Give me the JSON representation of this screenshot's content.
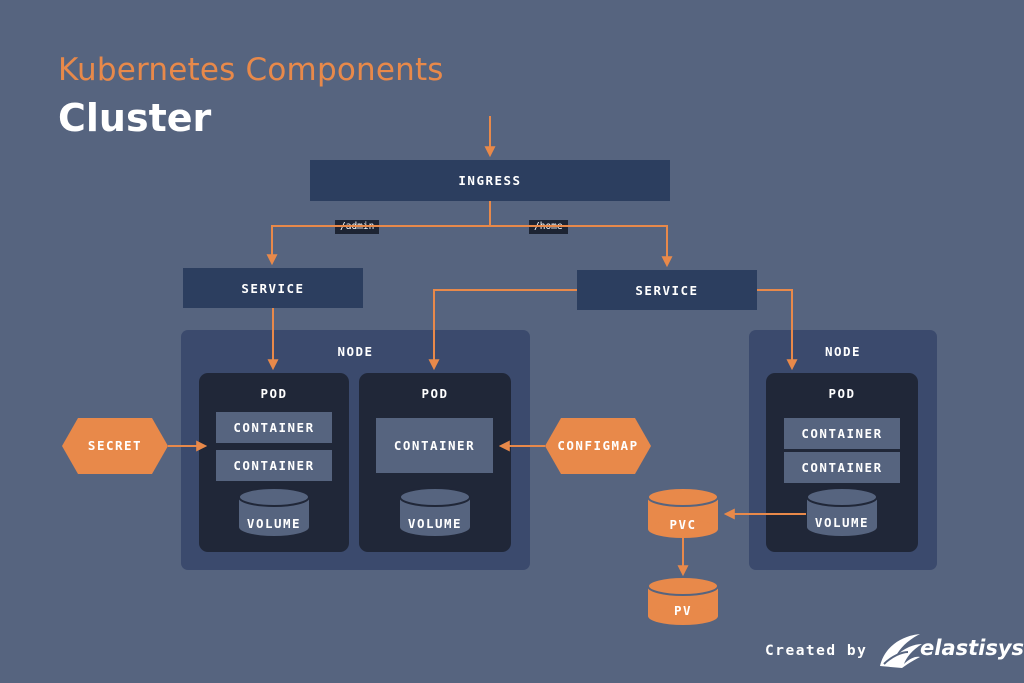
{
  "header": {
    "title": "Kubernetes Components",
    "subtitle": "Cluster"
  },
  "ingress": {
    "label": "INGRESS"
  },
  "routes": {
    "admin": "/admin",
    "home": "/home"
  },
  "services": {
    "left": "SERVICE",
    "right": "SERVICE"
  },
  "nodes": {
    "left": {
      "label": "NODE",
      "pod_a": {
        "label": "POD",
        "containers": [
          "CONTAINER",
          "CONTAINER"
        ],
        "volume": "VOLUME"
      },
      "pod_b": {
        "label": "POD",
        "container": "CONTAINER",
        "volume": "VOLUME"
      }
    },
    "right": {
      "label": "NODE",
      "pod": {
        "label": "POD",
        "containers": [
          "CONTAINER",
          "CONTAINER"
        ],
        "volume": "VOLUME"
      }
    }
  },
  "secret": "SECRET",
  "configmap": "CONFIGMAP",
  "pvc": "PVC",
  "pv": "PV",
  "footer": {
    "created_by": "Created by",
    "brand": "elastisys"
  },
  "colors": {
    "background": "#56647f",
    "accent": "#e8894a",
    "box": "#2c3e5f",
    "node": "#3b4a6d",
    "pod": "#202738"
  },
  "icons": [
    "elastisys-logo-icon",
    "arrow-icon"
  ]
}
